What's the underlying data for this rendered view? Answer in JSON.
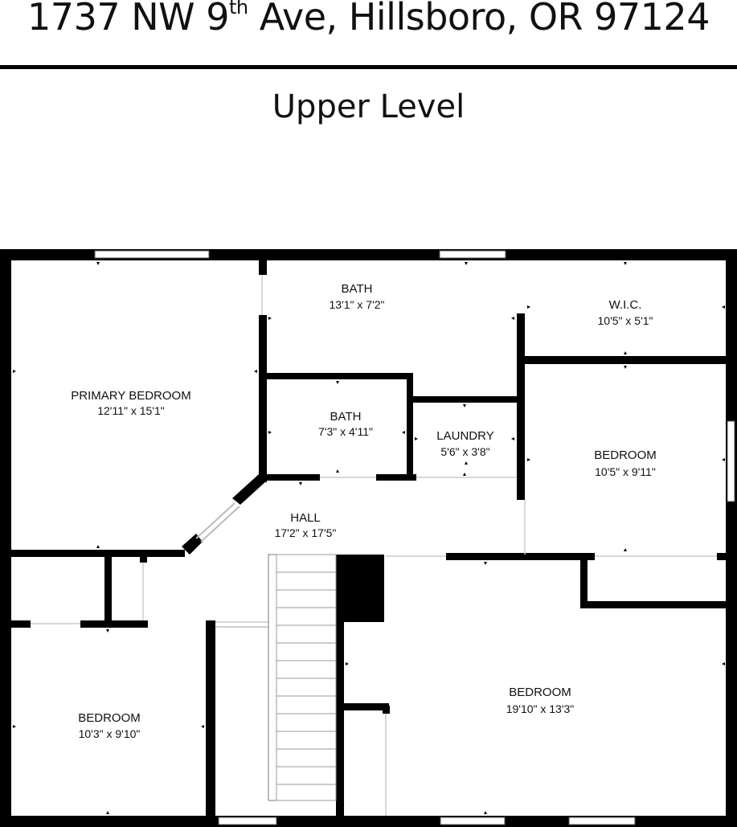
{
  "header": {
    "address_number": "1737 NW 9",
    "address_ordinal": "th",
    "address_rest": " Ave, Hillsboro, OR 97124",
    "level": "Upper Level"
  },
  "rooms": [
    {
      "key": "primary_bedroom",
      "name": "PRIMARY BEDROOM",
      "dims": "12'11\" x 15'1\""
    },
    {
      "key": "bath_upper",
      "name": "BATH",
      "dims": "13'1\" x 7'2\""
    },
    {
      "key": "wic",
      "name": "W.I.C.",
      "dims": "10'5\" x 5'1\""
    },
    {
      "key": "bath_small",
      "name": "BATH",
      "dims": "7'3\" x 4'11\""
    },
    {
      "key": "laundry",
      "name": "LAUNDRY",
      "dims": "5'6\" x 3'8\""
    },
    {
      "key": "bedroom_east",
      "name": "BEDROOM",
      "dims": "10'5\" x 9'11\""
    },
    {
      "key": "hall",
      "name": "HALL",
      "dims": "17'2\" x 17'5\""
    },
    {
      "key": "bedroom_sw",
      "name": "BEDROOM",
      "dims": "10'3\" x 9'10\""
    },
    {
      "key": "bedroom_se",
      "name": "BEDROOM",
      "dims": "19'10\" x 13'3\""
    }
  ]
}
